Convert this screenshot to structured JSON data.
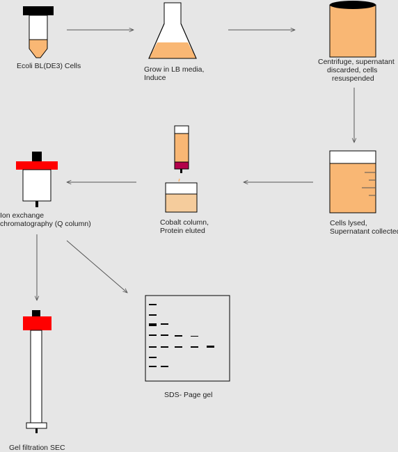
{
  "colors": {
    "background": "#e6e6e6",
    "orange": "#f9b774",
    "light_orange": "#f5cc9c",
    "red": "#ff0000",
    "magenta": "#b3004a",
    "black": "#000000",
    "arrow": "#555555"
  },
  "labels": {
    "cells": "Ecoli BL(DE3) Cells",
    "grow_1": "Grow in LB media,",
    "grow_2": "Induce",
    "centrifuge_1": "Centrifuge, supernatant",
    "centrifuge_2": "discarded, cells",
    "centrifuge_3": "resuspended",
    "lysed_1": "Cells lysed,",
    "lysed_2": "Supernatant collected",
    "cobalt_1": "Cobalt column,",
    "cobalt_2": "Protein eluted",
    "ionex_1": "Ion exchange",
    "ionex_2": "chromatography (Q column)",
    "sds": "SDS- Page gel",
    "gelfilt": "Gel filtration SEC"
  }
}
